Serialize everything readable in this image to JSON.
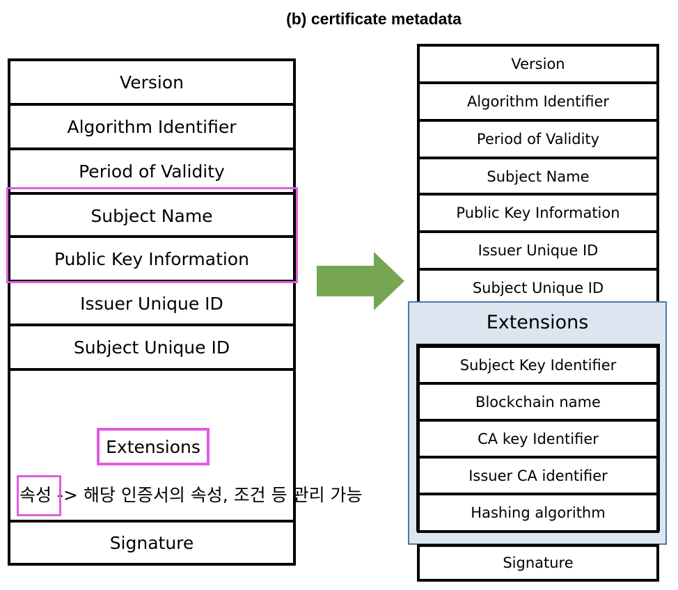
{
  "title": "(b) certificate metadata",
  "left_fields": [
    "Version",
    "Algorithm Identifier",
    "Period of Validity",
    "Subject Name",
    "Public Key Information",
    "Issuer Unique ID",
    "Subject Unique ID"
  ],
  "left_extensions": {
    "label": "Extensions",
    "note_keyword": "속성",
    "note_text": "-> 해당 인증서의 속성, 조건 등 관리 가능"
  },
  "left_signature": "Signature",
  "right_fields": [
    "Version",
    "Algorithm Identifier",
    "Period of Validity",
    "Subject Name",
    "Public Key Information",
    "Issuer Unique ID",
    "Subject Unique ID"
  ],
  "right_extensions": {
    "title": "Extensions",
    "items": [
      "Subject Key Identifier",
      "Blockchain name",
      "CA key Identifier",
      "Issuer CA identifier",
      "Hashing algorithm"
    ]
  },
  "right_signature": "Signature",
  "colors": {
    "highlight": "#e05ce0",
    "arrow": "#77a652",
    "extensions_panel": "#dce6f1"
  }
}
